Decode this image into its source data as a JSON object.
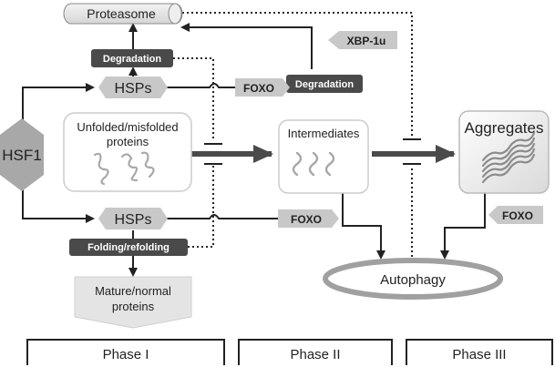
{
  "diagram": {
    "proteasome": "Proteasome",
    "xbp1u": "XBP-1u",
    "hsf1": "HSF1",
    "hsps_top": "HSPs",
    "hsps_bottom": "HSPs",
    "degradation_left": "Degradation",
    "degradation_right": "Degradation",
    "folding": "Folding/refolding",
    "foxo_top": "FOXO",
    "foxo_mid": "FOXO",
    "foxo_right": "FOXO",
    "unfolded_line1": "Unfolded/misfolded",
    "unfolded_line2": "proteins",
    "intermediates": "Intermediates",
    "aggregates": "Aggregates",
    "mature_line1": "Mature/normal",
    "mature_line2": "proteins",
    "autophagy": "Autophagy",
    "phases": [
      "Phase I",
      "Phase II",
      "Phase III"
    ]
  },
  "colors": {
    "dark_box": "#4a4a4a",
    "gray_shape": "#c8c8c8",
    "light_fill": "#e4e4e4",
    "line": "#222222"
  }
}
